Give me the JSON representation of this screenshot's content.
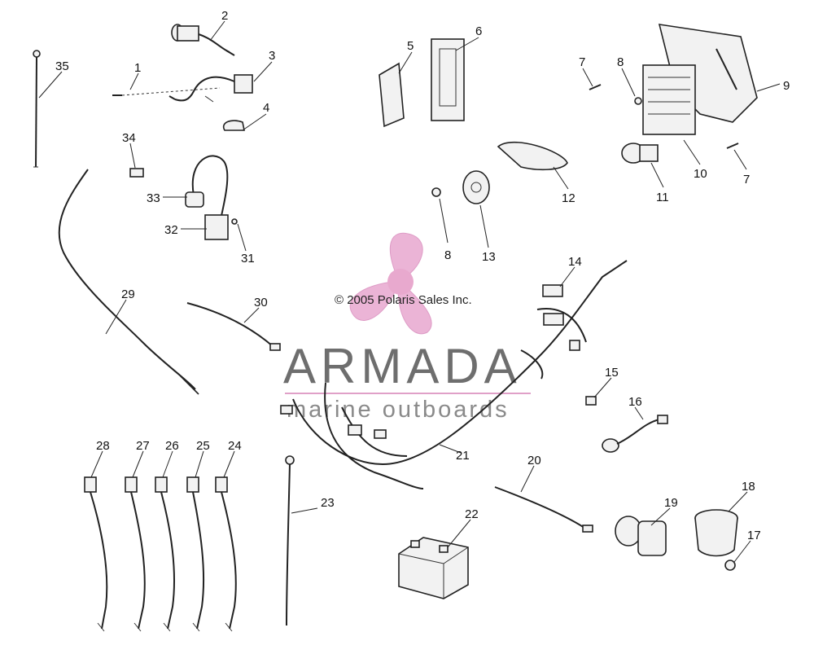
{
  "diagram": {
    "copyright": "© 2005 Polaris Sales Inc.",
    "watermark": {
      "brand": "ARMADA",
      "tagline": "marine outboards",
      "brand_color": "#6e6e6e",
      "propeller_color": "#e8a7cf",
      "line_color": "#e0a0c8"
    },
    "callouts": [
      {
        "id": "c1",
        "label": "1"
      },
      {
        "id": "c2",
        "label": "2"
      },
      {
        "id": "c3",
        "label": "3"
      },
      {
        "id": "c4",
        "label": "4"
      },
      {
        "id": "c5",
        "label": "5"
      },
      {
        "id": "c6",
        "label": "6"
      },
      {
        "id": "c7a",
        "label": "7"
      },
      {
        "id": "c7b",
        "label": "7"
      },
      {
        "id": "c8a",
        "label": "8"
      },
      {
        "id": "c8b",
        "label": "8"
      },
      {
        "id": "c9",
        "label": "9"
      },
      {
        "id": "c10",
        "label": "10"
      },
      {
        "id": "c11",
        "label": "11"
      },
      {
        "id": "c12",
        "label": "12"
      },
      {
        "id": "c13",
        "label": "13"
      },
      {
        "id": "c14",
        "label": "14"
      },
      {
        "id": "c15",
        "label": "15"
      },
      {
        "id": "c16",
        "label": "16"
      },
      {
        "id": "c17",
        "label": "17"
      },
      {
        "id": "c18",
        "label": "18"
      },
      {
        "id": "c19",
        "label": "19"
      },
      {
        "id": "c20",
        "label": "20"
      },
      {
        "id": "c21",
        "label": "21"
      },
      {
        "id": "c22",
        "label": "22"
      },
      {
        "id": "c23",
        "label": "23"
      },
      {
        "id": "c24",
        "label": "24"
      },
      {
        "id": "c25",
        "label": "25"
      },
      {
        "id": "c26",
        "label": "26"
      },
      {
        "id": "c27",
        "label": "27"
      },
      {
        "id": "c28",
        "label": "28"
      },
      {
        "id": "c29",
        "label": "29"
      },
      {
        "id": "c30",
        "label": "30"
      },
      {
        "id": "c31",
        "label": "31"
      },
      {
        "id": "c32",
        "label": "32"
      },
      {
        "id": "c33",
        "label": "33"
      },
      {
        "id": "c34",
        "label": "34"
      },
      {
        "id": "c35",
        "label": "35"
      }
    ]
  }
}
